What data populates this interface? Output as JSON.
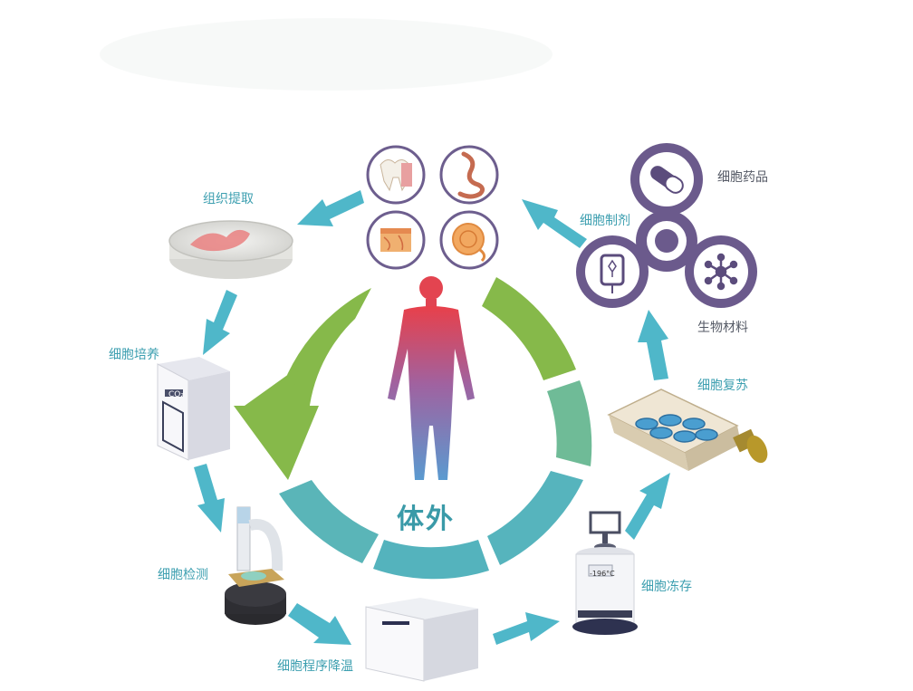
{
  "center_label": "体外",
  "steps": {
    "tissue_extraction": "组织提取",
    "cell_culture": "细胞培养",
    "cell_testing": "细胞检测",
    "programmed_cooling": "细胞程序降温",
    "cell_freezing": "细胞冻存",
    "cell_recovery": "细胞复苏",
    "cell_preparation": "细胞制剂"
  },
  "products": {
    "cell_drugs": "细胞药品",
    "biomaterials": "生物材料"
  },
  "incubator_tag": "CO₂",
  "freezer_display": "-196°C",
  "icons": [
    "tooth-tissue-icon",
    "intestine-tissue-icon",
    "skin-tissue-icon",
    "pancreas-tissue-icon",
    "capsule-icon",
    "iv-bag-icon",
    "molecule-icon",
    "human-body-icon"
  ],
  "colors": {
    "arrow_teal": "#4fb7c9",
    "ring_green": "#86b94a",
    "ring_teal": "#5ab5b8",
    "spinner_purple": "#6b5a8c",
    "label_teal": "#3d9fb0"
  }
}
